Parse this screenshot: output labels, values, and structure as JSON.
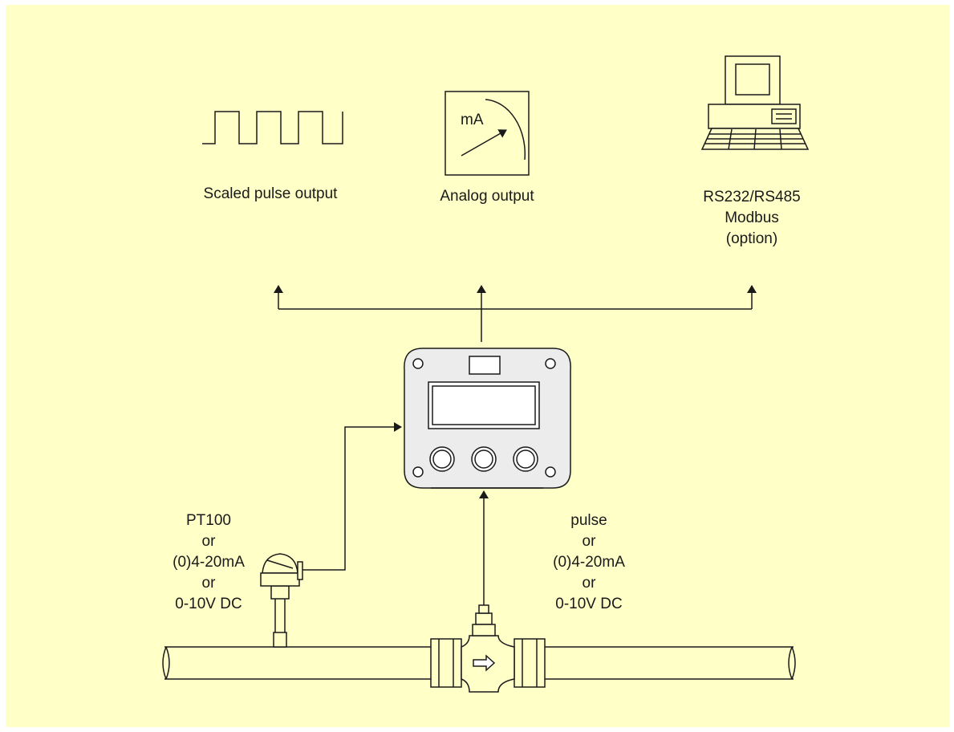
{
  "colors": {
    "background": "#ffffc8",
    "ink": "#1a1a1a",
    "device": "#ececec"
  },
  "outputs": {
    "pulse": {
      "label": "Scaled pulse output"
    },
    "analog": {
      "label": "Analog output",
      "meter_unit": "mA"
    },
    "serial": {
      "line1": "RS232/RS485",
      "line2": "Modbus",
      "line3": "(option)"
    }
  },
  "inputs": {
    "temperature": {
      "lines": [
        "PT100",
        "or",
        "(0)4-20mA",
        "or",
        "0-10V DC"
      ]
    },
    "flow": {
      "lines": [
        "pulse",
        "or",
        "(0)4-20mA",
        "or",
        "0-10V DC"
      ]
    }
  },
  "icons": [
    "square-wave-icon",
    "ammeter-icon",
    "computer-icon",
    "flow-computer-device-icon",
    "temperature-sensor-icon",
    "flow-meter-icon",
    "pipe-icon"
  ]
}
